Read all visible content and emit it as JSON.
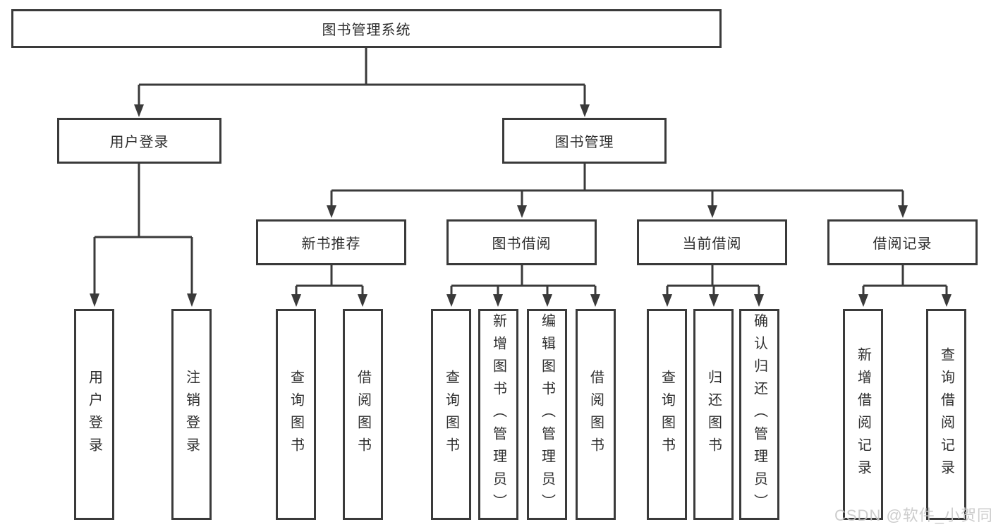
{
  "tree": {
    "root": "图书管理系统",
    "children": [
      {
        "label": "用户登录",
        "children": [
          "用户登录",
          "注销登录"
        ]
      },
      {
        "label": "图书管理",
        "children": [
          {
            "label": "新书推荐",
            "children": [
              "查询图书",
              "借阅图书"
            ]
          },
          {
            "label": "图书借阅",
            "children": [
              "查询图书",
              "新增图书（管理员）",
              "编辑图书（管理员）",
              "借阅图书"
            ]
          },
          {
            "label": "当前借阅",
            "children": [
              "查询图书",
              "归还图书",
              "确认归还（管理员）"
            ]
          },
          {
            "label": "借阅记录",
            "children": [
              "新增借阅记录",
              "查询借阅记录"
            ]
          }
        ]
      }
    ]
  },
  "watermark": {
    "text": "CSDN @软件_小贺同学"
  },
  "colors": {
    "line": "#3a3a3a",
    "box_background": "#ffffff",
    "text": "#2f2f2f",
    "watermark": "#c9c9c9"
  }
}
